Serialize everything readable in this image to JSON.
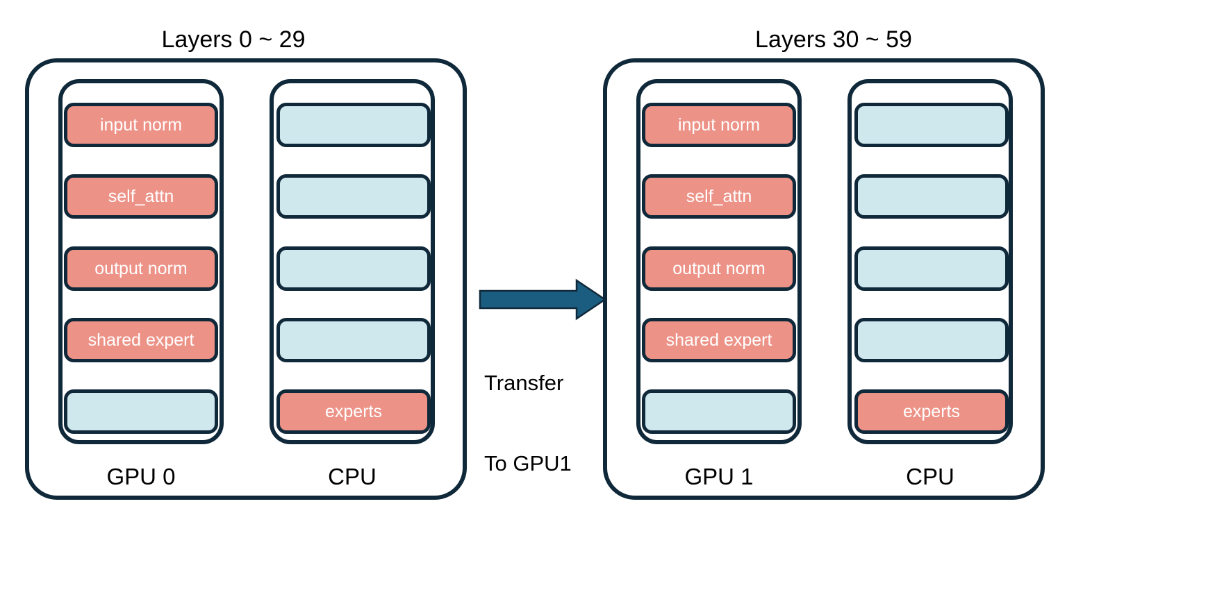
{
  "figure": {
    "background": "#ffffff",
    "outline_color": "#10293a",
    "salmon_color": "#ed9287",
    "blue_color": "#cfe8ee",
    "transfer_arrow_color": "#1b5d80",
    "flow_arrow_color": "#000000"
  },
  "panels": [
    {
      "title": "Layers 0 ~ 29",
      "device_label": "GPU 0",
      "host_label": "CPU",
      "device_blocks": [
        {
          "label": "input norm",
          "kind": "salmon"
        },
        {
          "label": "self_attn",
          "kind": "salmon"
        },
        {
          "label": "output norm",
          "kind": "salmon"
        },
        {
          "label": "shared expert",
          "kind": "salmon"
        },
        {
          "label": "",
          "kind": "blue"
        }
      ],
      "host_blocks": [
        {
          "label": "",
          "kind": "blue"
        },
        {
          "label": "",
          "kind": "blue"
        },
        {
          "label": "",
          "kind": "blue"
        },
        {
          "label": "",
          "kind": "blue"
        },
        {
          "label": "experts",
          "kind": "salmon"
        }
      ]
    },
    {
      "title": "Layers 30 ~ 59",
      "device_label": "GPU 1",
      "host_label": "CPU",
      "device_blocks": [
        {
          "label": "input norm",
          "kind": "salmon"
        },
        {
          "label": "self_attn",
          "kind": "salmon"
        },
        {
          "label": "output norm",
          "kind": "salmon"
        },
        {
          "label": "shared expert",
          "kind": "salmon"
        },
        {
          "label": "",
          "kind": "blue"
        }
      ],
      "host_blocks": [
        {
          "label": "",
          "kind": "blue"
        },
        {
          "label": "",
          "kind": "blue"
        },
        {
          "label": "",
          "kind": "blue"
        },
        {
          "label": "",
          "kind": "blue"
        },
        {
          "label": "experts",
          "kind": "salmon"
        }
      ]
    }
  ],
  "transfer": {
    "line1": "Transfer",
    "line2": "To GPU1"
  }
}
